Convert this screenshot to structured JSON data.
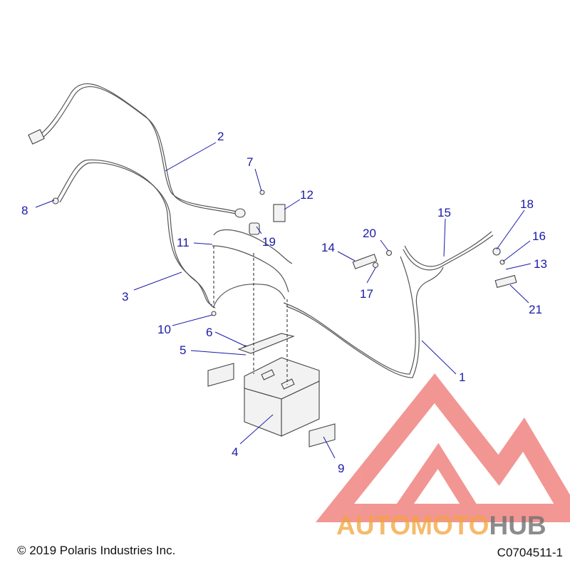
{
  "callouts": [
    {
      "id": "1",
      "label": "1"
    },
    {
      "id": "2",
      "label": "2"
    },
    {
      "id": "3",
      "label": "3"
    },
    {
      "id": "4",
      "label": "4"
    },
    {
      "id": "5",
      "label": "5"
    },
    {
      "id": "6",
      "label": "6"
    },
    {
      "id": "7",
      "label": "7"
    },
    {
      "id": "8",
      "label": "8"
    },
    {
      "id": "9",
      "label": "9"
    },
    {
      "id": "10",
      "label": "10"
    },
    {
      "id": "11",
      "label": "11"
    },
    {
      "id": "12",
      "label": "12"
    },
    {
      "id": "13",
      "label": "13"
    },
    {
      "id": "14",
      "label": "14"
    },
    {
      "id": "15",
      "label": "15"
    },
    {
      "id": "16",
      "label": "16"
    },
    {
      "id": "17",
      "label": "17"
    },
    {
      "id": "18",
      "label": "18"
    },
    {
      "id": "19",
      "label": "19"
    },
    {
      "id": "20",
      "label": "20"
    },
    {
      "id": "21",
      "label": "21"
    }
  ],
  "footer": {
    "copyright": "© 2019 Polaris Industries Inc.",
    "figure_code": "C0704511-1"
  },
  "watermark": {
    "part1": "AUTOMOTO",
    "part2": "HUB",
    "colors": {
      "red": "#e8413c",
      "orange": "#f2a33a",
      "gray": "#6f6f6f"
    }
  },
  "colors": {
    "callout": "#1a1aa8"
  }
}
